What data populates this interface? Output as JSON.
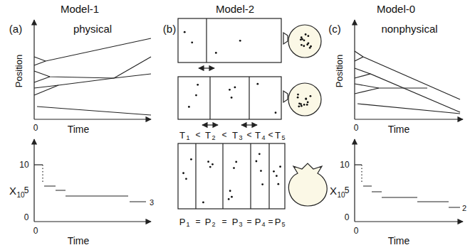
{
  "diagram": {
    "labels": [
      "Model-1",
      "Model-2",
      "Model-0",
      "(a)",
      "physical",
      "(b)",
      "(c)",
      "nonphysical",
      "Position",
      "Time",
      "0",
      "X",
      "10",
      "10",
      "5",
      "0",
      "0",
      "Time",
      "3",
      "T",
      "1",
      "<",
      "T",
      "2",
      "<",
      "T",
      "3",
      "<",
      "T",
      "4",
      "<",
      "T",
      "5",
      "P",
      "1",
      "=",
      "P",
      "2",
      "=",
      "P",
      "3",
      "=",
      "P",
      "4",
      "=",
      "P",
      "5",
      "Position",
      "Time",
      "0",
      "X",
      "10",
      "10",
      "5",
      "0",
      "0",
      "Time",
      "2"
    ]
  }
}
